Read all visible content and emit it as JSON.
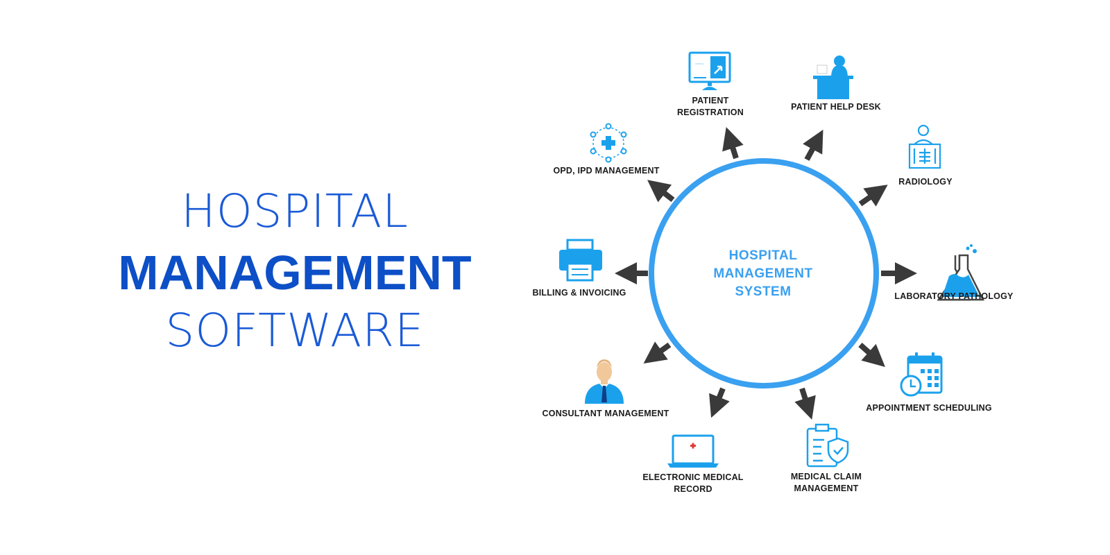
{
  "headline": {
    "line1": "HOSPITAL",
    "line2": "MANAGEMENT",
    "line3": "SOFTWARE"
  },
  "hub": {
    "line1": "HOSPITAL",
    "line2": "MANAGEMENT",
    "line3": "SYSTEM"
  },
  "modules": [
    {
      "line1": "PATIENT",
      "line2": "REGISTRATION",
      "icon": "monitor-registration-icon"
    },
    {
      "line1": "PATIENT HELP DESK",
      "line2": "",
      "icon": "help-desk-icon"
    },
    {
      "line1": "RADIOLOGY",
      "line2": "",
      "icon": "xray-icon"
    },
    {
      "line1": "LABORATORY PATHOLOGY",
      "line2": "",
      "icon": "flask-icon"
    },
    {
      "line1": "APPOINTMENT SCHEDULING",
      "line2": "",
      "icon": "calendar-clock-icon"
    },
    {
      "line1": "MEDICAL CLAIM",
      "line2": "MANAGEMENT",
      "icon": "clipboard-shield-icon"
    },
    {
      "line1": "ELECTRONIC MEDICAL",
      "line2": "RECORD",
      "icon": "laptop-medical-icon"
    },
    {
      "line1": "CONSULTANT MANAGEMENT",
      "line2": "",
      "icon": "consultant-icon"
    },
    {
      "line1": "BILLING & INVOICING",
      "line2": "",
      "icon": "printer-icon"
    },
    {
      "line1": "OPD, IPD MANAGEMENT",
      "line2": "",
      "icon": "medical-network-icon"
    }
  ],
  "colors": {
    "headline": "#1a5ad6",
    "ring": "#3aa0f0",
    "icon": "#1ba1ec",
    "arrow": "#3a3a3a",
    "cross": "#e53935"
  }
}
